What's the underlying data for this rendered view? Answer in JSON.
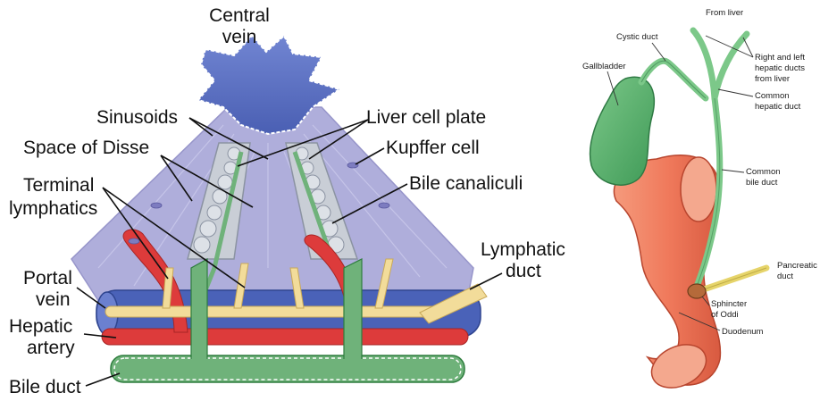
{
  "left_diagram": {
    "labels": {
      "central_vein": [
        "Central",
        "vein"
      ],
      "sinusoids": "Sinusoids",
      "space_of_disse": "Space of Disse",
      "terminal_lymphatics": [
        "Terminal",
        "lymphatics"
      ],
      "portal_vein": [
        "Portal",
        "vein"
      ],
      "hepatic_artery": [
        "Hepatic",
        "artery"
      ],
      "bile_duct": "Bile duct",
      "liver_cell_plate": "Liver cell plate",
      "kupffer_cell": "Kupffer cell",
      "bile_canaliculi": "Bile canaliculi",
      "lymphatic_duct": [
        "Lymphatic",
        "duct"
      ]
    }
  },
  "right_diagram": {
    "labels": {
      "from_liver": "From liver",
      "cystic_duct": "Cystic duct",
      "gallbladder": "Gallbladder",
      "hepatic_ducts": [
        "Right and left",
        "hepatic ducts",
        "from liver"
      ],
      "common_hepatic_duct": [
        "Common",
        "hepatic duct"
      ],
      "common_bile_duct": [
        "Common",
        "bile duct"
      ],
      "pancreatic_duct": [
        "Pancreatic",
        "duct"
      ],
      "sphincter_of_oddi": [
        "Sphincter",
        "of Oddi"
      ],
      "duodenum": "Duodenum"
    }
  },
  "colors": {
    "vein_blue": "#5f74c6",
    "sinusoid_lavender": "#a9a8d8",
    "hepatocyte_gray": "#c9ced6",
    "artery_red": "#dd3b3b",
    "bile_green": "#6fb27a",
    "lymph_cream": "#f2dc9a",
    "gallbladder_green": "#4fae6a",
    "duodenum_orange": "#f07a5c"
  }
}
